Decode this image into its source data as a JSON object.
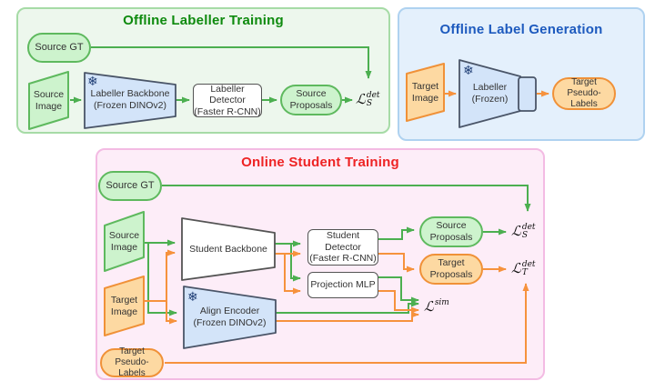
{
  "panel1": {
    "title": "Offline Labeller Training",
    "source_gt": "Source GT",
    "source_image": "Source\nImage",
    "labeller_backbone": "Labeller Backbone\n(Frozen DINOv2)",
    "labeller_detector": "Labeller Detector\n(Faster R-CNN)",
    "source_proposals": "Source\nProposals",
    "loss_source_det": {
      "base": "ℒ",
      "sup": "det",
      "sub": "S"
    }
  },
  "panel2": {
    "title": "Offline Label Generation",
    "target_image": "Target\nImage",
    "labeller": "Labeller\n(Frozen)",
    "target_pseudo_labels": "Target\nPseudo-Labels"
  },
  "panel3": {
    "title": "Online Student Training",
    "source_gt": "Source GT",
    "source_image": "Source\nImage",
    "target_image": "Target\nImage",
    "student_backbone": "Student Backbone",
    "align_encoder": "Align Encoder\n(Frozen DINOv2)",
    "student_detector": "Student Detector\n(Faster R-CNN)",
    "projection_mlp": "Projection MLP",
    "source_proposals": "Source\nProposals",
    "target_proposals": "Target\nProposals",
    "target_pseudo_labels": "Target\nPseudo-Labels",
    "loss_source_det": {
      "base": "ℒ",
      "sup": "det",
      "sub": "S"
    },
    "loss_target_det": {
      "base": "ℒ",
      "sup": "det",
      "sub": "T"
    },
    "loss_sim": {
      "base": "ℒ",
      "sup": "sim"
    }
  },
  "icons": {
    "snowflake": "❄"
  },
  "colors": {
    "green_arrow": "#4caf50",
    "green_fill": "#cdf3cd",
    "green_border": "#5eb95e",
    "orange_arrow": "#f6923d",
    "orange_fill": "#fdd9a2",
    "orange_border": "#f09138",
    "blue_fill": "#d3e4f9",
    "dark_edge": "#4a5568",
    "panel1_bg": "#edf7ed",
    "panel1_border": "#a6dba6",
    "panel1_title": "#0e8a0e",
    "panel2_bg": "#e4f0fc",
    "panel2_border": "#afd2f0",
    "panel2_title": "#1d5abe",
    "panel3_bg": "#fdedf8",
    "panel3_border": "#f3bbe3",
    "panel3_title": "#ee2324"
  }
}
